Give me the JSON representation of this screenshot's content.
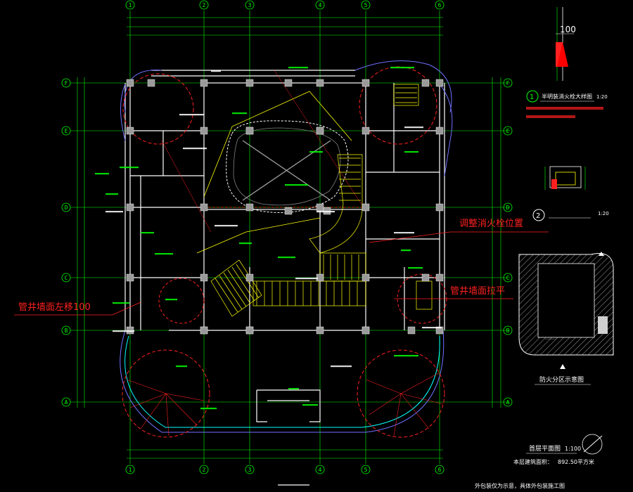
{
  "drawing": {
    "colors": {
      "background": "#000000",
      "grid": "#00ff00",
      "wall": "#ffffff",
      "column": "#9a9a9a",
      "stair": "#ffff00",
      "annotation": "#ff2020",
      "dim": "#00ff00",
      "balcony": "#7070ff",
      "cyan": "#00ffff",
      "magenta": "#ff00ff"
    },
    "grid_axes_top": [
      "1",
      "2",
      "3",
      "4",
      "5",
      "6"
    ],
    "grid_axes_side": [
      "F",
      "E",
      "D",
      "C",
      "B",
      "A"
    ],
    "notes": {
      "move_wall_left": "管井墙面左移100",
      "adjust_hydrant": "调整消火栓位置",
      "align_wall": "管井墙面拉平"
    },
    "detail1": {
      "number": "1",
      "title": "半明装消火栓大样图",
      "scale": "1:20",
      "dimension": "100"
    },
    "detail2": {
      "number": "2",
      "scale": "1:20"
    },
    "fire_zone": {
      "title": "防火分区示意图"
    },
    "plan": {
      "title": "首层平面图",
      "scale": "1:100",
      "area_text": "本层建筑面积：",
      "area_value": "892.50平方米",
      "footnote": "外包装仅为示意，具体外包装施工图"
    }
  }
}
